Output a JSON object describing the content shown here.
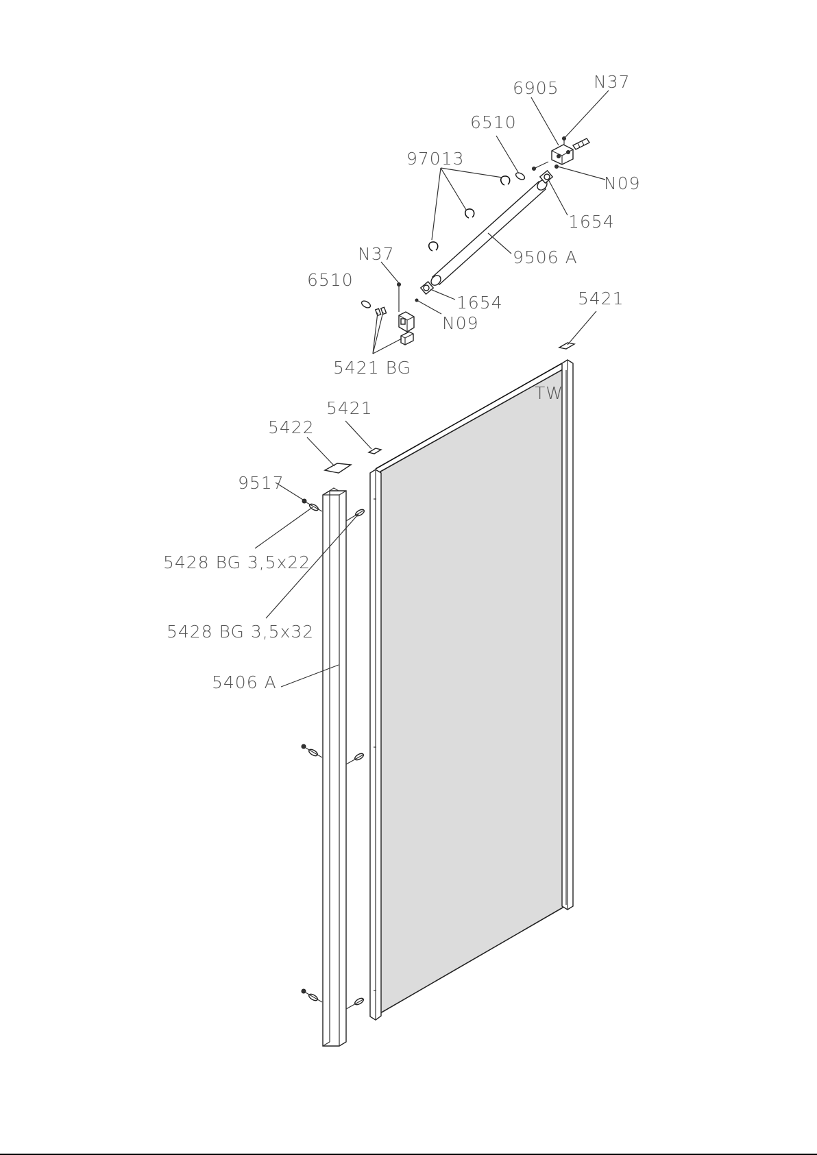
{
  "diagram": {
    "panel_mark": "TW",
    "glass_fill": "#dcdcdc",
    "callouts": {
      "c6905": "6905",
      "cN37_top": "N37",
      "c6510_top": "6510",
      "c97013": "97013",
      "cN09_top": "N09",
      "c1654_top": "1654",
      "c9506A": "9506 A",
      "cN37_mid": "N37",
      "c6510_left": "6510",
      "c1654_mid": "1654",
      "cN09_mid": "N09",
      "c5421_right": "5421",
      "c5421BG": "5421 BG",
      "c5421_left": "5421",
      "c5422": "5422",
      "c9517": "9517",
      "c5428_22": "5428 BG 3,5x22",
      "c5428_32": "5428 BG 3,5x32",
      "c5406A": "5406 A"
    }
  }
}
